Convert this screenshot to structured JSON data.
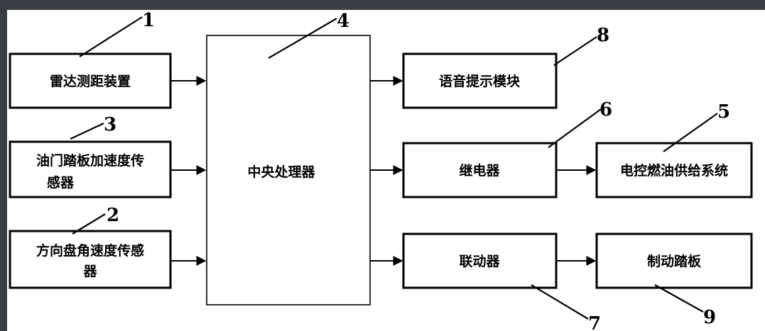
{
  "blocks": {
    "radar": "雷达测距装置",
    "throttle_line1": "油门踏板加速度传",
    "throttle_line2": "感器",
    "steering_line1": "方向盘角速度传感",
    "steering_line2": "器",
    "cpu": "中央处理器",
    "voice": "语音提示模块",
    "relay": "继电器",
    "fuel": "电控燃油供给系统",
    "linkage": "联动器",
    "brake": "制动踏板"
  },
  "callouts": {
    "radar": "1",
    "steering": "2",
    "throttle": "3",
    "cpu": "4",
    "fuel": "5",
    "relay": "6",
    "linkage": "7",
    "voice": "8",
    "brake": "9"
  },
  "colors": {
    "background": "#ffffff",
    "ink": "#000000",
    "frame": "#3a3f45"
  }
}
